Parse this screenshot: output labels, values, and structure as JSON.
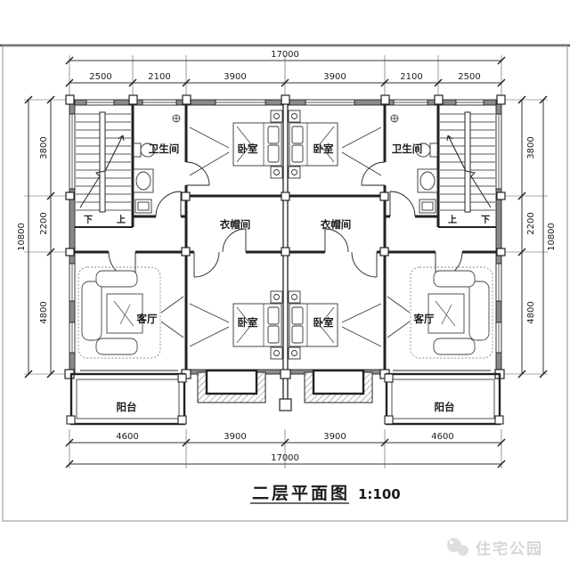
{
  "dims": {
    "top": {
      "overall": "17000",
      "segments": [
        "2500",
        "2100",
        "3900",
        "3900",
        "2100",
        "2500"
      ]
    },
    "bottom": {
      "overall": "17000",
      "segments": [
        "4600",
        "3900",
        "3900",
        "4600"
      ]
    },
    "left": {
      "overall": "10800",
      "segments": [
        "3800",
        "2200",
        "4800"
      ]
    },
    "right": {
      "overall": "10800",
      "segments": [
        "3800",
        "2200",
        "4800"
      ]
    }
  },
  "rooms": {
    "bathroom": "卫生间",
    "bedroom": "卧室",
    "closet": "衣帽间",
    "living_room": "客厅",
    "balcony": "阳台"
  },
  "stairs": {
    "up": "上",
    "down": "下"
  },
  "title": {
    "name": "二层平面图",
    "scale": "1:100"
  },
  "watermark": {
    "brand": "住宅公园"
  },
  "colors": {
    "line": "#222222",
    "wall_fill": "#8a8a8a",
    "dim": "#333333",
    "watermark": "#d7d7d7"
  }
}
